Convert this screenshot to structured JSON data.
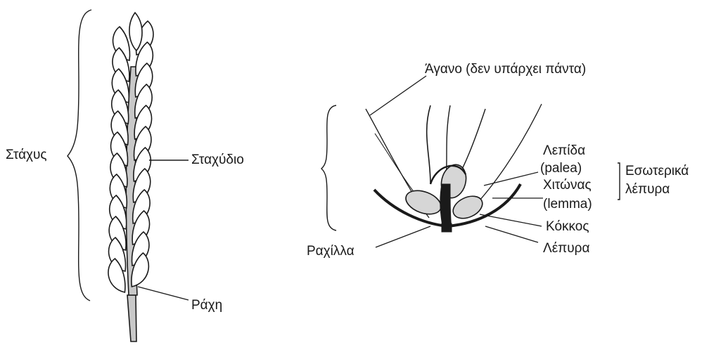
{
  "left_diagram": {
    "spike_label": "Στάχυς",
    "spikelet_label": "Σταχύδιο",
    "rachis_label": "Ράχη"
  },
  "right_diagram": {
    "awn_label": "Άγανο (δεν υπάρχει πάντα)",
    "palea_label_line1": "Λεπίδα",
    "palea_label_line2": "(palea)",
    "lemma_label_line1": "Χιτώνας",
    "lemma_label_line2": "(lemma)",
    "inner_husks_line1": "Εσωτερικά",
    "inner_husks_line2": "λέπυρα",
    "grain_label": "Κόκκος",
    "glumes_label": "Λέπυρα",
    "rachilla_label": "Ραχίλλα"
  },
  "colors": {
    "grain_fill": "#d6d6d6",
    "rachis_fill": "#c8c8c8",
    "line": "#1a1a1a"
  }
}
